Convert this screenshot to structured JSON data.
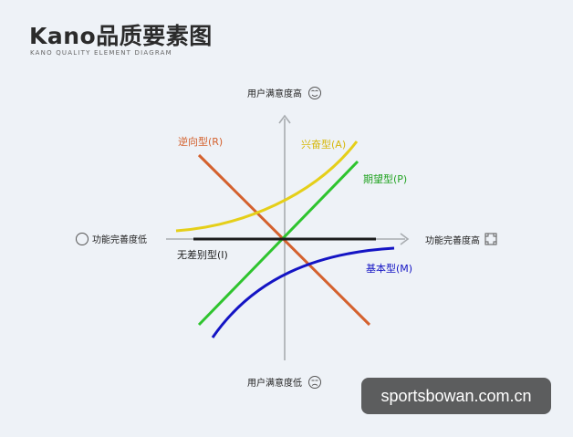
{
  "header": {
    "title": "Kano品质要素图",
    "subtitle": "KANO QUALITY ELEMENT DIAGRAM"
  },
  "axes": {
    "top": "用户满意度高",
    "bottom": "用户满意度低",
    "left": "功能完善度低",
    "right": "功能完善度高"
  },
  "curves": {
    "reverse": {
      "label": "逆向型(R)",
      "color": "#d4612e"
    },
    "attractive": {
      "label": "兴奋型(A)",
      "color": "#e5cf19"
    },
    "performance": {
      "label": "期望型(P)",
      "color": "#2ec42e"
    },
    "indifferent": {
      "label": "无差别型(I)",
      "color": "#1c1c1c"
    },
    "must_be": {
      "label": "基本型(M)",
      "color": "#1414c4"
    }
  },
  "watermark": "sportsbowan.com.cn"
}
